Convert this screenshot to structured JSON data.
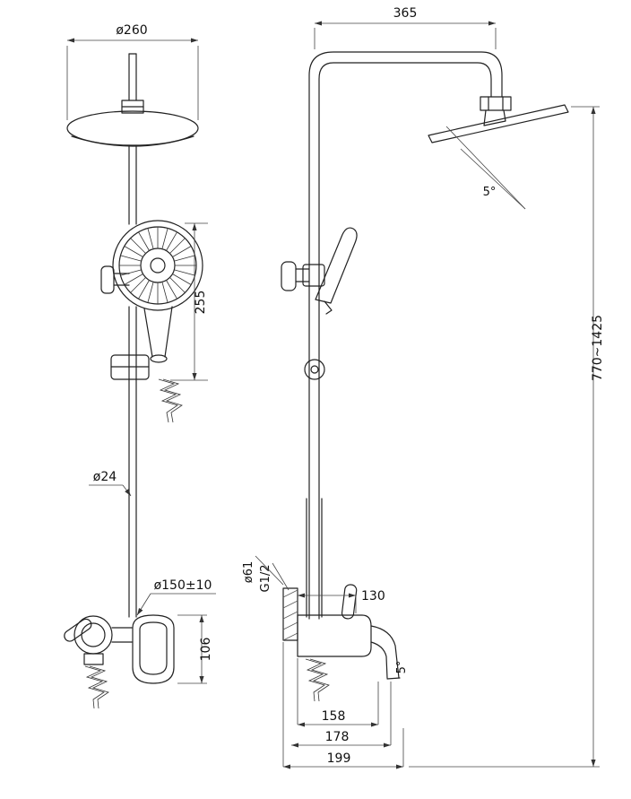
{
  "front": {
    "head_diameter": "ø260",
    "handshower_length": "255",
    "pipe_diameter": "ø24",
    "inlet_spacing": "ø150±10",
    "body_height": "106"
  },
  "side": {
    "arm_width": "365",
    "head_angle": "5°",
    "height_range": "770~1425",
    "flange_diameter": "ø61",
    "thread": "G1/2",
    "depth_130": "130",
    "spout_angle": "5°",
    "depth_158": "158",
    "depth_178": "178",
    "depth_199": "199"
  }
}
